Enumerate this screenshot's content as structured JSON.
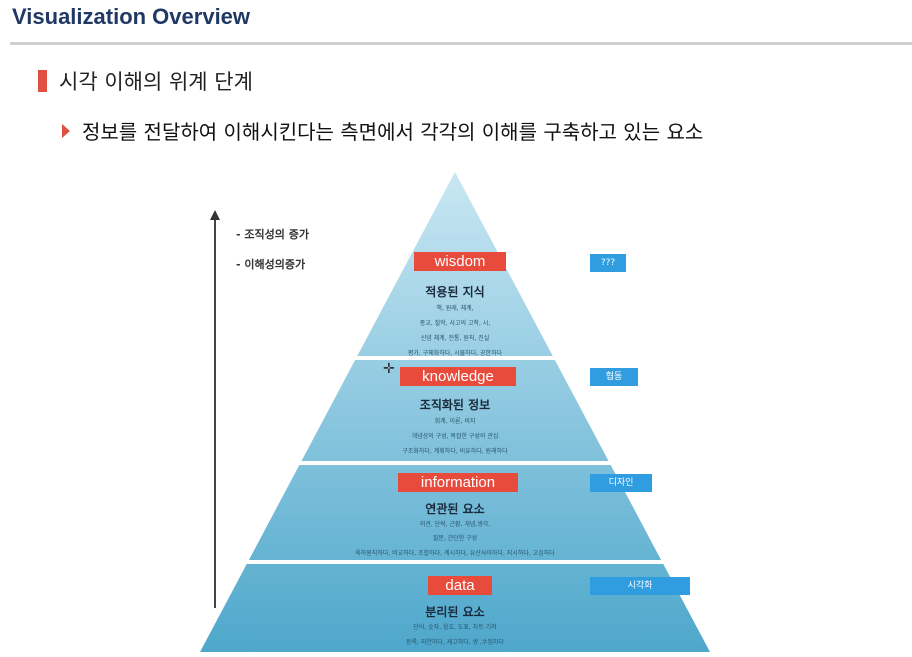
{
  "header": {
    "title": "Visualization Overview"
  },
  "content": {
    "bullet1": "시각 이해의 위계 단계",
    "bullet2": "정보를 전달하여 이해시킨다는 측면에서 각각의 이해를 구축하고 있는 요소"
  },
  "pyramid": {
    "axis_notes": [
      "- 조직성의 증가",
      "- 이해성의증가"
    ],
    "levels": [
      {
        "label": "wisdom",
        "title": "적용된 지식",
        "lines": [
          "책, 원래, 체계,",
          "종교, 철학, 사고의 고착, 시,",
          "신념 체계, 전통, 원칙, 진실",
          "평가, 구체화하다, 시뮬하다, 공한하다"
        ],
        "side": "???"
      },
      {
        "label": "knowledge",
        "title": "조직화된 정보",
        "lines": [
          "회계, 이론, 비지",
          "개념상의 구성, 복잡한 구성의 관심",
          "구조화하다, 계획하다, 비유하다, 원래하다"
        ],
        "side": "협동"
      },
      {
        "label": "information",
        "title": "연관된 요소",
        "lines": [
          "의견, 단락, 근황, 개념,생각,",
          "질문, 간단한 구성",
          "육하원칙하다, 비교하다, 조합하다, 계시하다, 유산사이하다, 지시하다, 고심하다"
        ],
        "side": "디자인"
      },
      {
        "label": "data",
        "title": "분리된 요소",
        "lines": [
          "단어, 숫자, 음호, 도표, 차트 기저",
          "등록, 지연하다, 재고하다, 쌍 ,수집하다"
        ],
        "side": "시각화"
      }
    ]
  },
  "colors": {
    "title": "#1f3864",
    "accent_red": "#e05040",
    "pyramid_top": "#c9e7f3",
    "pyramid_bottom": "#4ea7cb",
    "label_bg": "#e84a3c",
    "side_box": "#2f9de0"
  }
}
